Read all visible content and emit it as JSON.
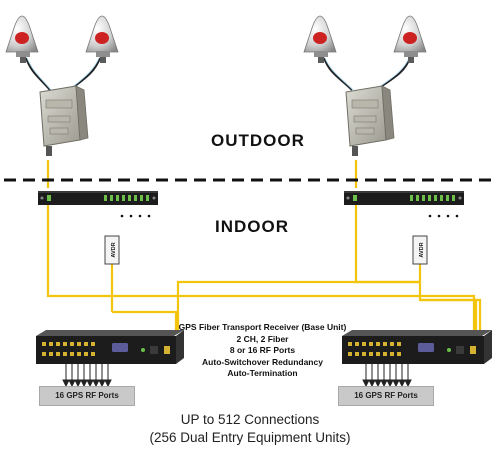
{
  "zones": {
    "outdoor": "OUTDOOR",
    "indoor": "INDOOR"
  },
  "receiver_specs": {
    "lines": [
      "GPS Fiber Transport Receiver (Base Unit)",
      "2 CH, 2 Fiber",
      "8 or 16 RF Ports",
      "Auto-Switchover Redundancy",
      "Auto-Termination"
    ]
  },
  "rf_port_boxes": {
    "left": "16 GPS RF Ports",
    "right": "16 GPS RF Ports"
  },
  "footer": {
    "line1": "UP to 512 Connections",
    "line2": "(256 Dual Entry Equipment Units)"
  },
  "equipment_labels": {
    "protector": "AVDR"
  },
  "colors": {
    "fiber": "#f2c40c",
    "antenna_dome": "#cfcfcf",
    "antenna_light": "#cc2222",
    "chassis": "#1c1c1c",
    "port_box": "#c9c9c9",
    "status_led": "#6cc04a"
  },
  "icons": {
    "antenna": "gps-antenna-icon",
    "transmitter": "outdoor-transmitter-icon",
    "rack": "rack-panel-icon",
    "receiver": "receiver-chassis-icon"
  }
}
